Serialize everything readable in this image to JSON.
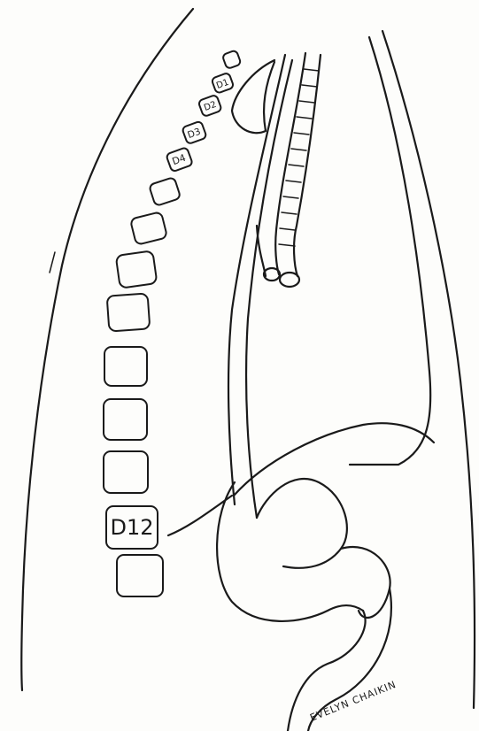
{
  "vertebra_labels": [
    "D1",
    "D2",
    "D3",
    "D4",
    "D12"
  ],
  "signature": "EVELYN CHAIKIN"
}
